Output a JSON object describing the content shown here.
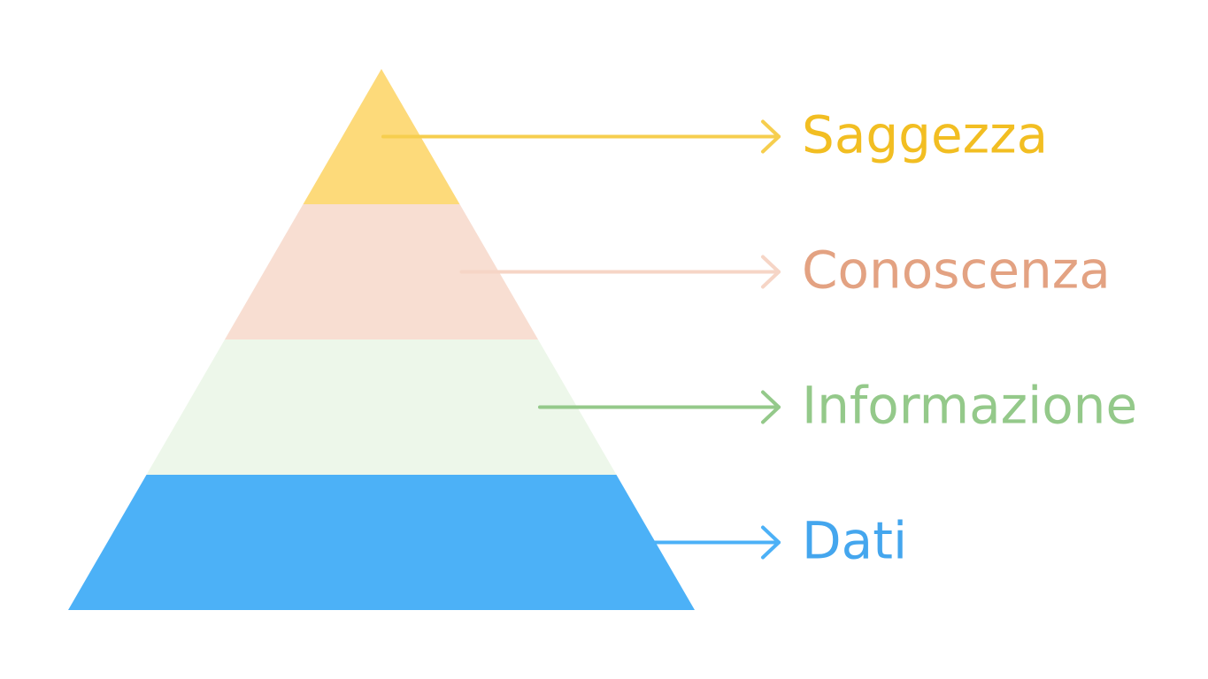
{
  "diagram": {
    "type": "pyramid",
    "levels": [
      {
        "label": "Saggezza",
        "fill": "#FDDA7A",
        "arrow": "#F6CE4E",
        "text": "#F2BE22"
      },
      {
        "label": "Conoscenza",
        "fill": "#F8DED2",
        "arrow": "#F6D5C6",
        "text": "#E3A282"
      },
      {
        "label": "Informazione",
        "fill": "#EDF7EA",
        "arrow": "#94C98A",
        "text": "#94C98A"
      },
      {
        "label": "Dati",
        "fill": "#4CB1F7",
        "arrow": "#4CB1F7",
        "text": "#44A6EE"
      }
    ]
  }
}
